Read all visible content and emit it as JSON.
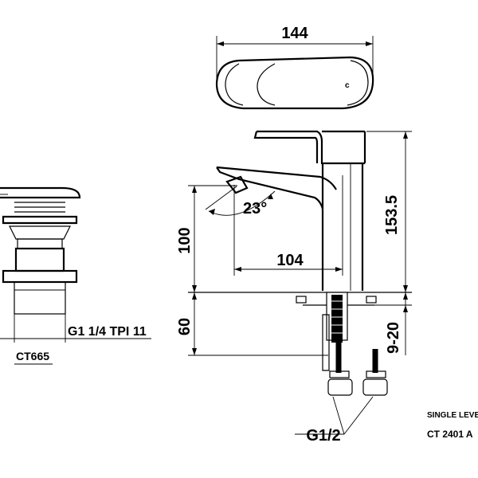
{
  "dimensions": {
    "top_width": "144",
    "height_total": "153.5",
    "spout_height": "100",
    "spout_reach": "104",
    "angle": "23°",
    "below_deck": "60",
    "deck_thickness": "9-20",
    "inlet_thread": "G1/2",
    "waste_thread": "G1 1/4 TPI 11"
  },
  "waste": {
    "model": "CT665"
  },
  "product": {
    "line1": "SINGLE LEVE",
    "line2": "CT 2401 A"
  }
}
